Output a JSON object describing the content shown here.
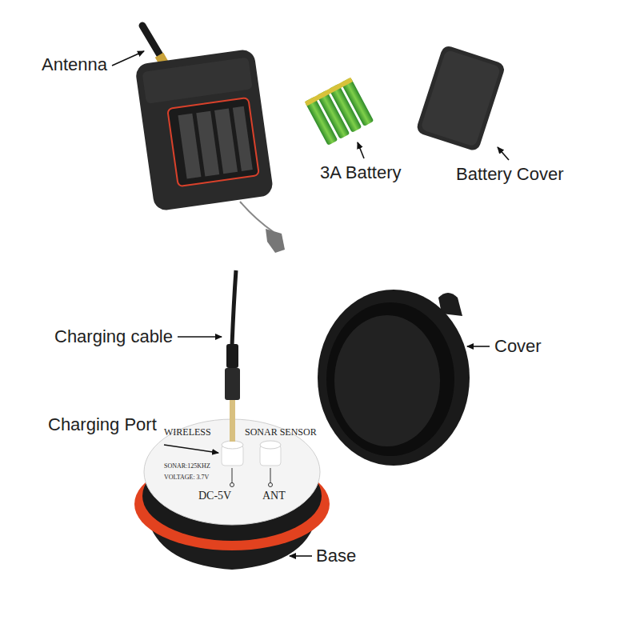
{
  "diagram": {
    "labels": [
      "Antenna",
      "3A Battery",
      "Battery Cover",
      "Charging cable",
      "Cover",
      "Charging Port",
      "Base",
      "WIRELESS",
      "SONAR SENSOR",
      "SONAR:125KHZ",
      "VOLTAGE: 3.7V",
      "DC-5V",
      "ANT"
    ]
  }
}
